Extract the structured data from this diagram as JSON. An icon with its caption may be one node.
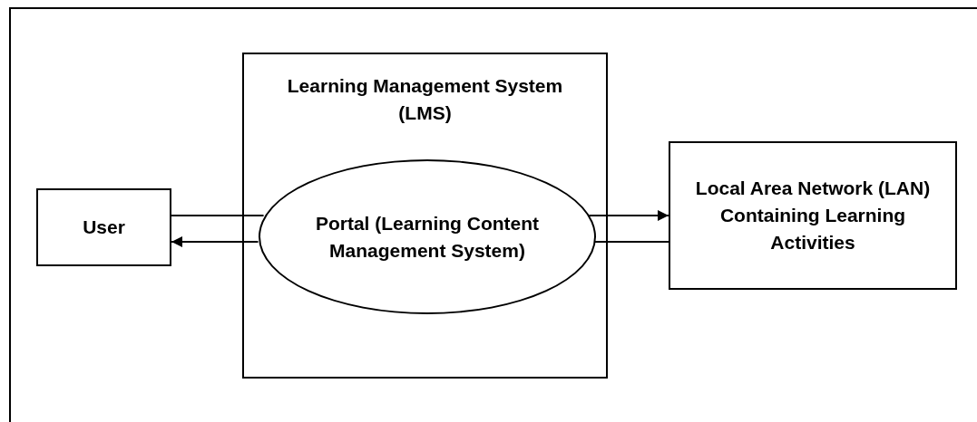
{
  "diagram": {
    "nodes": [
      {
        "text": [
          "User"
        ]
      },
      {
        "text": [
          "Learning Management System (LMS)"
        ]
      },
      {
        "text": [
          "Portal (Learning Content Management System)"
        ],
        "in": 1
      },
      {
        "text": [
          "Local Area Network (LAN) Containing Learning Activities"
        ]
      }
    ],
    "edges": [
      {
        "from": 0,
        "to": 2,
        "arrow": "none"
      },
      {
        "from": 2,
        "to": 0,
        "arrow": "to"
      },
      {
        "from": 2,
        "to": 3,
        "arrow": "to"
      },
      {
        "from": 3,
        "to": 2,
        "arrow": "none"
      }
    ]
  }
}
